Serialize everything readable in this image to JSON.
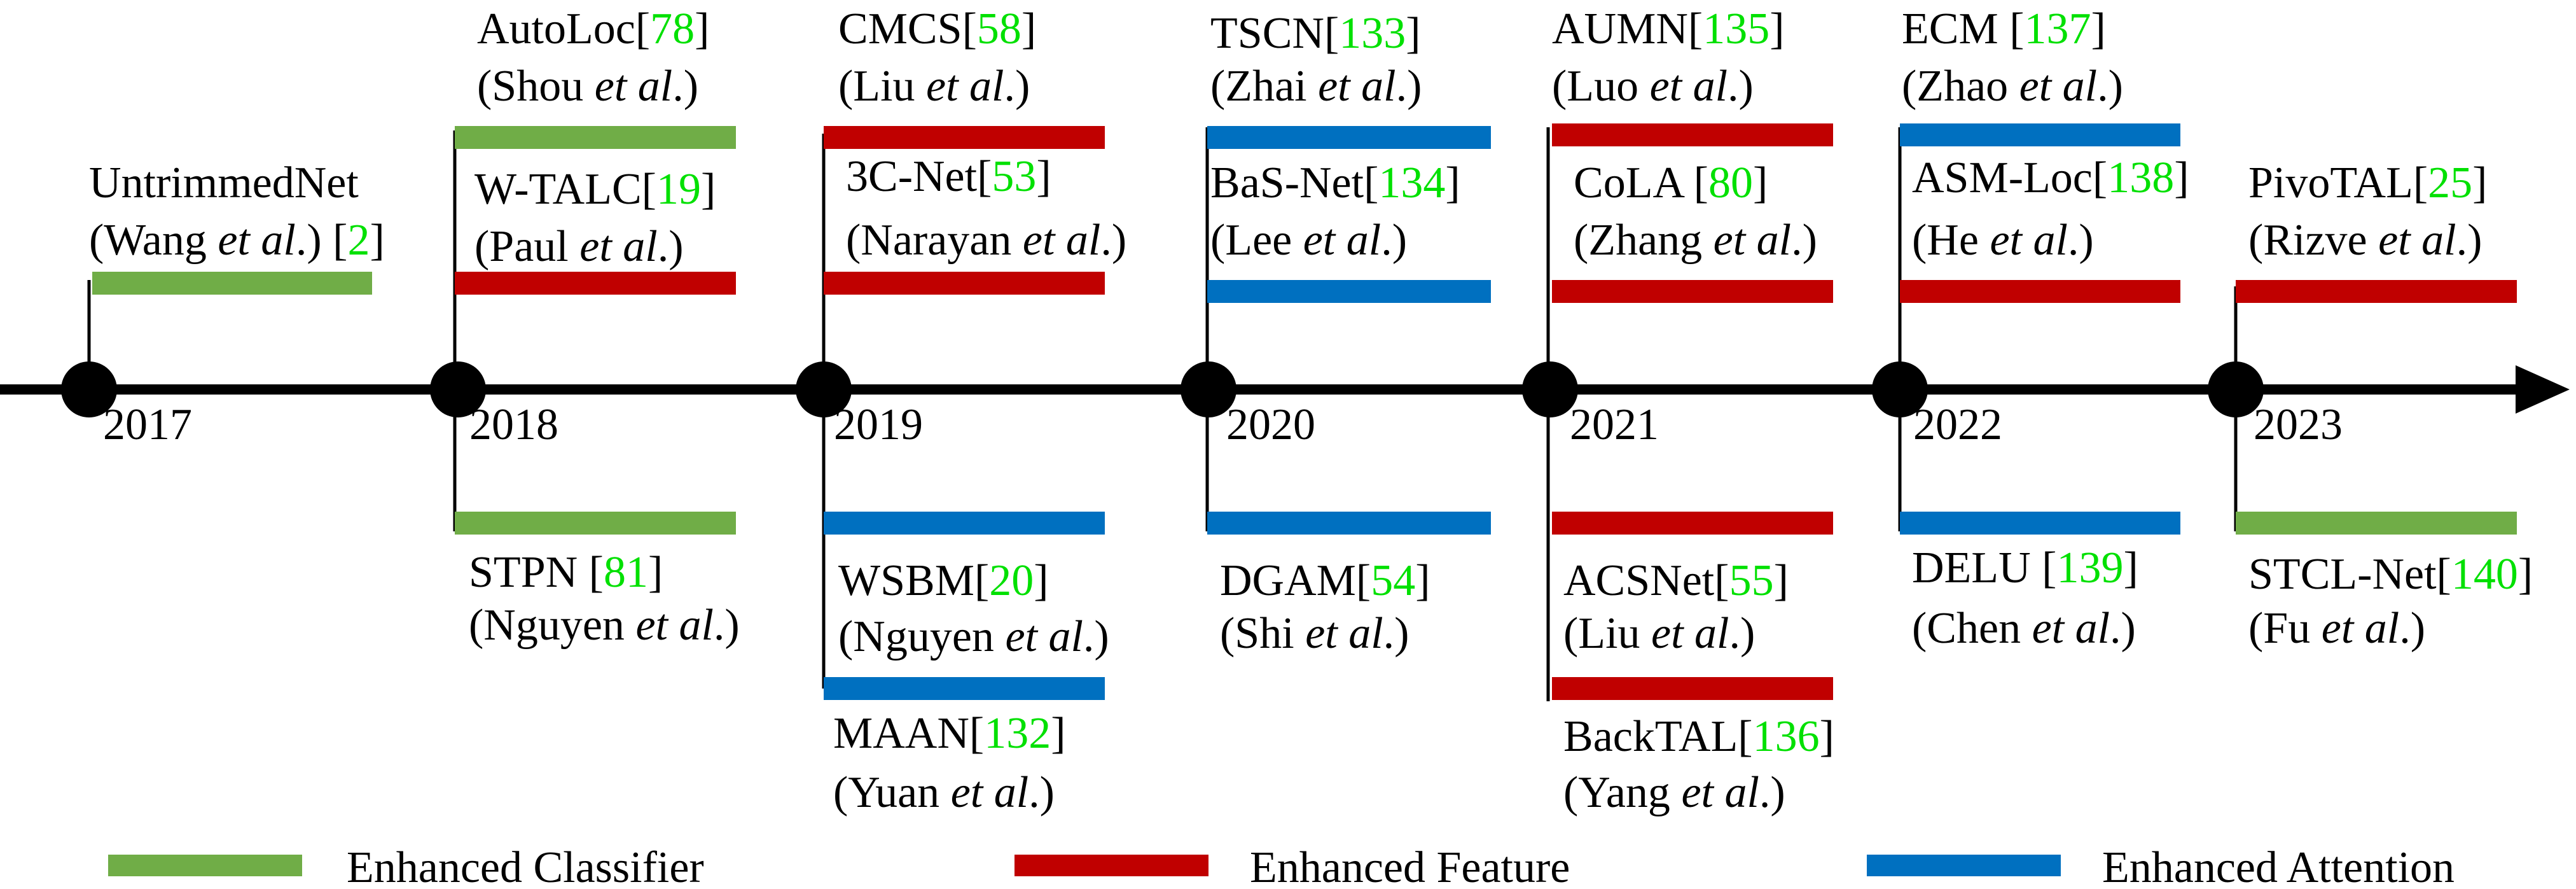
{
  "colors": {
    "classifier": "#70ad47",
    "feature": "#c00000",
    "attention": "#0070c0",
    "reference": "#00e000",
    "axis": "#000000"
  },
  "years": [
    "2017",
    "2018",
    "2019",
    "2020",
    "2021",
    "2022",
    "2023"
  ],
  "methods": [
    {
      "name": "UntrimmedNet",
      "ref": "",
      "authors_pre": "(Wang ",
      "authors_post": ".) [",
      "authors_ref": "2",
      "authors_end": "]",
      "category": "classifier",
      "year": "2017"
    },
    {
      "name": "AutoLoc",
      "ref": "78",
      "authors_pre": "(Shou ",
      "authors_post": ".)",
      "category": "classifier",
      "year": "2018"
    },
    {
      "name": "W-TALC",
      "ref": "19",
      "authors_pre": "(Paul ",
      "authors_post": ".)",
      "category": "feature",
      "year": "2018"
    },
    {
      "name": "STPN ",
      "ref": "81",
      "authors_pre": "(Nguyen ",
      "authors_post": ".)",
      "category": "classifier",
      "year": "2018"
    },
    {
      "name": "CMCS",
      "ref": "58",
      "authors_pre": "(Liu ",
      "authors_post": ".)",
      "category": "feature",
      "year": "2019"
    },
    {
      "name": "3C-Net",
      "ref": "53",
      "authors_pre": "(Narayan ",
      "authors_post": ".)",
      "category": "feature",
      "year": "2019"
    },
    {
      "name": "WSBM",
      "ref": "20",
      "authors_pre": "(Nguyen ",
      "authors_post": ".)",
      "category": "attention",
      "year": "2019"
    },
    {
      "name": "MAAN",
      "ref": "132",
      "authors_pre": "(Yuan ",
      "authors_post": ".)",
      "category": "attention",
      "year": "2019"
    },
    {
      "name": "TSCN",
      "ref": "133",
      "authors_pre": "(Zhai ",
      "authors_post": ".)",
      "category": "attention",
      "year": "2020"
    },
    {
      "name": "BaS-Net",
      "ref": "134",
      "authors_pre": "(Lee ",
      "authors_post": ".)",
      "category": "attention",
      "year": "2020"
    },
    {
      "name": "DGAM",
      "ref": "54",
      "authors_pre": "(Shi ",
      "authors_post": ".)",
      "category": "attention",
      "year": "2020"
    },
    {
      "name": "AUMN",
      "ref": "135",
      "authors_pre": "(Luo ",
      "authors_post": ".)",
      "category": "feature",
      "year": "2021"
    },
    {
      "name": "CoLA ",
      "ref": "80",
      "authors_pre": "(Zhang ",
      "authors_post": ".)",
      "category": "feature",
      "year": "2021"
    },
    {
      "name": "ACSNet",
      "ref": "55",
      "authors_pre": "(Liu ",
      "authors_post": ".)",
      "category": "feature",
      "year": "2021"
    },
    {
      "name": "BackTAL",
      "ref": "136",
      "authors_pre": "(Yang ",
      "authors_post": ".)",
      "category": "feature",
      "year": "2021"
    },
    {
      "name": "ECM ",
      "ref": "137",
      "authors_pre": "(Zhao ",
      "authors_post": ".)",
      "category": "attention",
      "year": "2022"
    },
    {
      "name": "ASM-Loc",
      "ref": "138",
      "authors_pre": "(He ",
      "authors_post": ".)",
      "category": "feature",
      "year": "2022"
    },
    {
      "name": "DELU ",
      "ref": "139",
      "authors_pre": "(Chen ",
      "authors_post": ".)",
      "category": "attention",
      "year": "2022"
    },
    {
      "name": "PivoTAL",
      "ref": "25",
      "authors_pre": "(Rizve ",
      "authors_post": ".)",
      "category": "feature",
      "year": "2023"
    },
    {
      "name": "STCL-Net",
      "ref": "140",
      "authors_pre": "(Fu ",
      "authors_post": ".)",
      "category": "classifier",
      "year": "2023"
    }
  ],
  "etal": "et al",
  "legend": [
    {
      "label": "Enhanced Classifier",
      "category": "classifier"
    },
    {
      "label": "Enhanced Feature",
      "category": "feature"
    },
    {
      "label": "Enhanced Attention",
      "category": "attention"
    }
  ]
}
